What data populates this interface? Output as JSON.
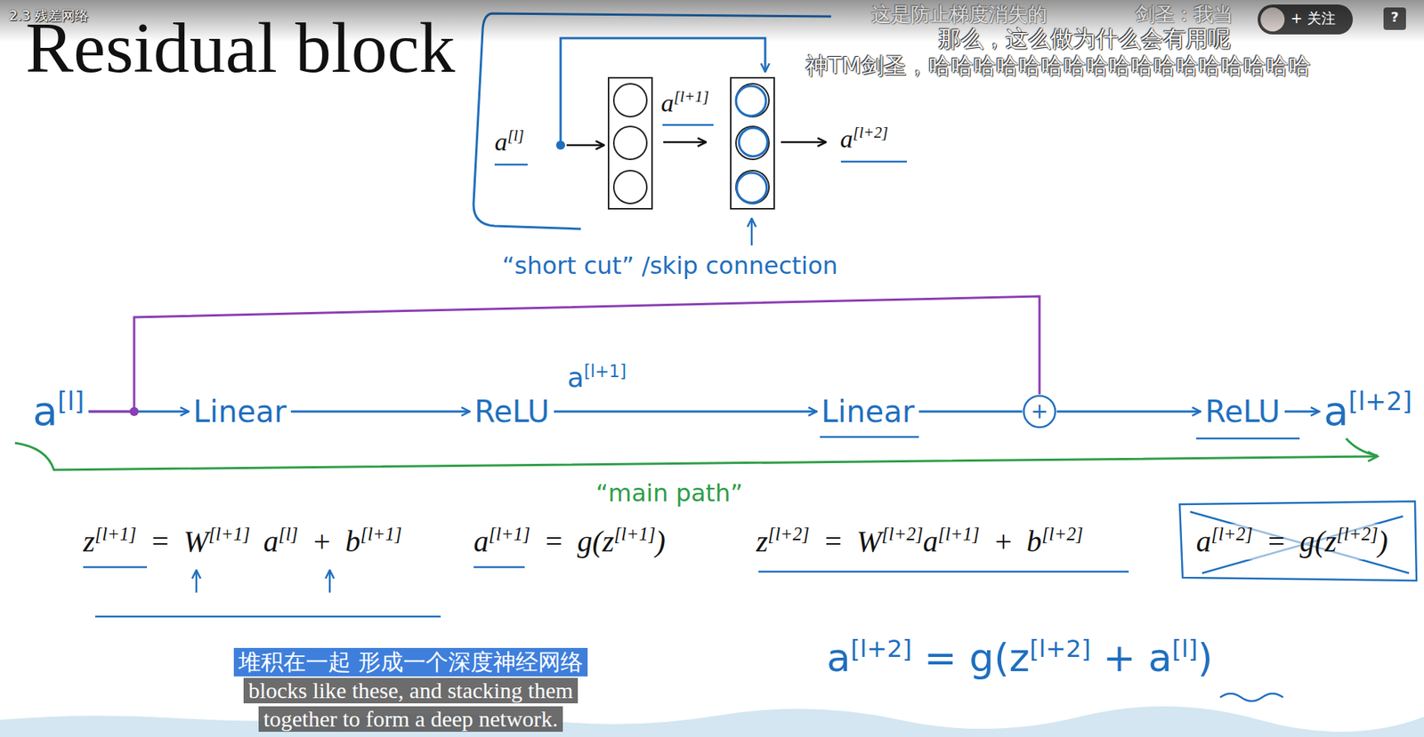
{
  "diagram": {
    "title": "Residual block",
    "nodes": [
      {
        "text": [
          "a[l]"
        ]
      },
      {
        "text": [
          "Linear"
        ]
      },
      {
        "text": [
          "ReLU"
        ]
      },
      {
        "text": [
          "Linear"
        ]
      },
      {
        "text": [
          "+"
        ]
      },
      {
        "text": [
          "ReLU"
        ]
      },
      {
        "text": [
          "a[l+2]"
        ]
      }
    ],
    "edges": [
      {
        "from": 0,
        "to": 1,
        "arrow": "to"
      },
      {
        "from": 1,
        "to": 2,
        "arrow": "to"
      },
      {
        "from": 2,
        "to": 3,
        "arrow": "to",
        "label": "a[l+1]"
      },
      {
        "from": 3,
        "to": 4,
        "arrow": "none"
      },
      {
        "from": 4,
        "to": 5,
        "arrow": "to"
      },
      {
        "from": 5,
        "to": 6,
        "arrow": "to"
      },
      {
        "from": 0,
        "to": 4,
        "arrow": "none"
      }
    ],
    "labels": [
      "2.3 残差网络",
      "这是防止梯度消失的",
      "剑圣：我当",
      "那么，这么做为什么会有用呢",
      "神TM剑圣，哈哈哈哈哈哈哈哈哈哈哈哈哈哈哈哈哈",
      "+ 关注",
      "?",
      "a[l]",
      "a[l+1]",
      "a[l+2]",
      "“short cut” /skip connection",
      "“main path”",
      "z[l+1] = W[l+1] a[l] + b[l+1]",
      "a[l+1] = g(z[l+1])",
      "z[l+2] = W[l+2]a[l+1] + b[l+2]",
      "a[l+2] = g(z[l+2])",
      "a[l+2] = g(z[l+2] + a[l])",
      "堆积在一起 形成一个深度神经网络",
      "blocks like these, and stacking them",
      "together to form a deep network."
    ]
  }
}
